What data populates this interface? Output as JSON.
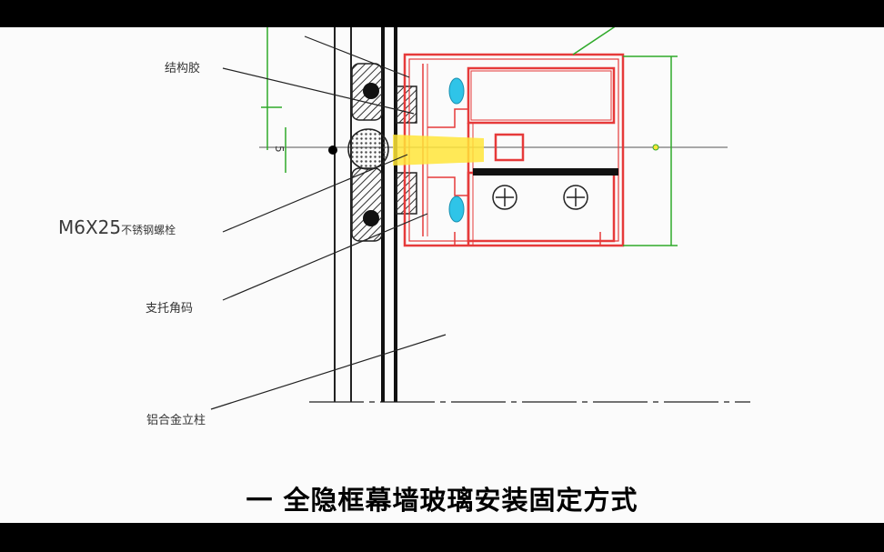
{
  "diagram": {
    "labels": {
      "sealant": "结构胶",
      "dimension_small": "5",
      "bolt_main": "M6X25",
      "bolt_suffix": "不锈钢螺栓",
      "bracket": "支托角码",
      "mullion": "铝合金立柱"
    },
    "colors": {
      "frame": "#e63a3a",
      "dimension": "#2faa2a",
      "glass": "#1a1a1a",
      "spacer": "#2fc4e8",
      "highlight": "#ffe53a"
    }
  },
  "subtitle": {
    "text": "一 全隐框幕墙玻璃安装固定方式"
  }
}
